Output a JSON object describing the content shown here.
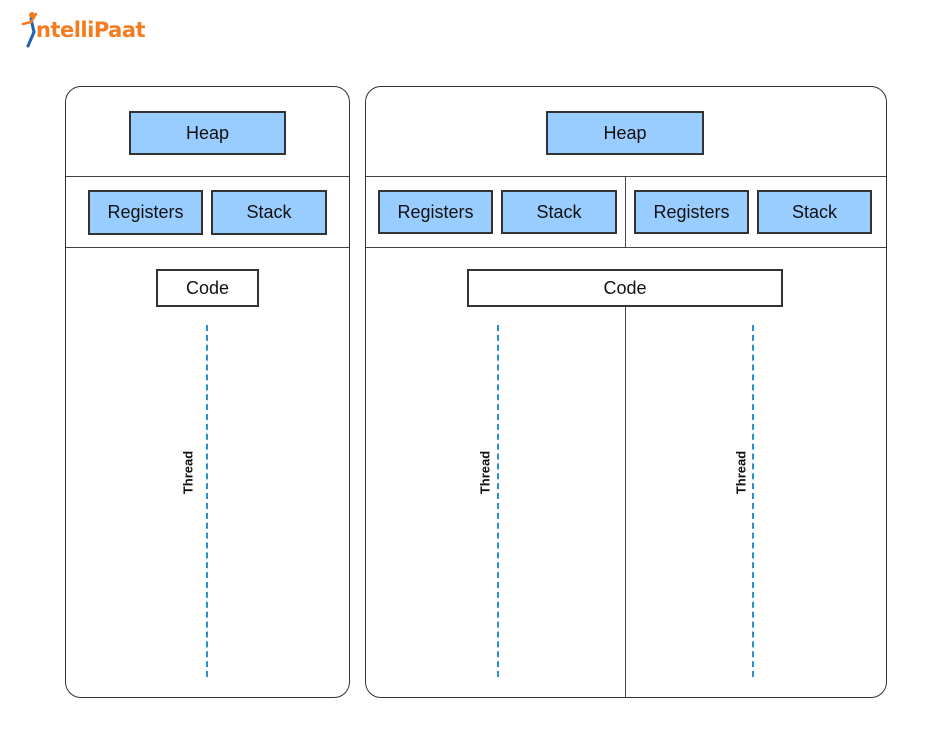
{
  "logo": {
    "text": "ntelliPaat",
    "colors": {
      "orange": "#f47c20",
      "blue": "#1e62b8"
    }
  },
  "single": {
    "heap": "Heap",
    "registers": "Registers",
    "stack": "Stack",
    "code": "Code",
    "thread": "Thread"
  },
  "multi": {
    "heap": "Heap",
    "code": "Code",
    "threads": [
      {
        "registers": "Registers",
        "stack": "Stack",
        "thread": "Thread"
      },
      {
        "registers": "Registers",
        "stack": "Stack",
        "thread": "Thread"
      }
    ]
  },
  "colors": {
    "box_fill": "#99ccff",
    "dash": "#2a8fd6",
    "border": "#333333"
  }
}
